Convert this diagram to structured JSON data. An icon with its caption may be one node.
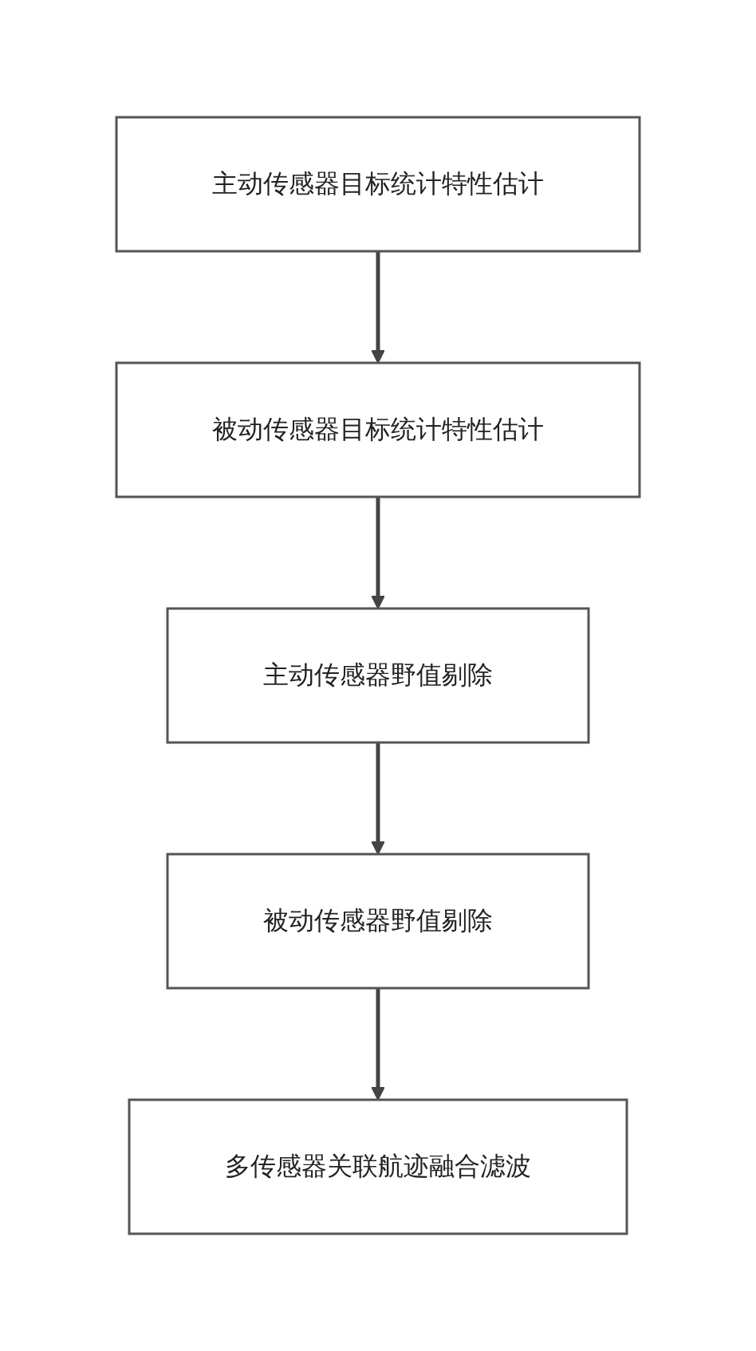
{
  "diagram": {
    "nodes": [
      {
        "text": [
          "主动传感器目标统计特性估计"
        ]
      },
      {
        "text": [
          "被动传感器目标统计特性估计"
        ]
      },
      {
        "text": [
          "主动传感器野值剔除"
        ]
      },
      {
        "text": [
          "被动传感器野值剔除"
        ]
      },
      {
        "text": [
          "多传感器关联航迹融合滤波"
        ]
      }
    ],
    "edges": [
      {
        "from": 0,
        "to": 1,
        "arrow": "to"
      },
      {
        "from": 1,
        "to": 2,
        "arrow": "to"
      },
      {
        "from": 2,
        "to": 3,
        "arrow": "to"
      },
      {
        "from": 3,
        "to": 4,
        "arrow": "to"
      }
    ]
  }
}
